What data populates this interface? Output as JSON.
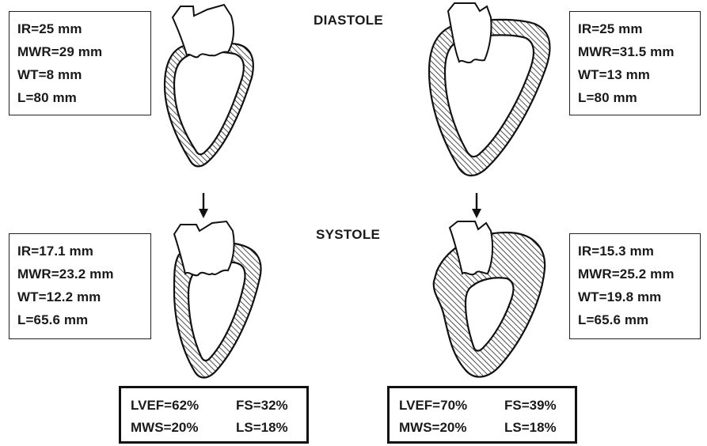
{
  "labels": {
    "diastole": "DIASTOLE",
    "systole": "SYSTOLE"
  },
  "diastole_left": {
    "lines": [
      "IR=25 mm",
      "MWR=29 mm",
      "WT=8 mm",
      "L=80 mm"
    ]
  },
  "diastole_right": {
    "lines": [
      "IR=25 mm",
      "MWR=31.5 mm",
      "WT=13 mm",
      "L=80 mm"
    ]
  },
  "systole_left": {
    "lines": [
      "IR=17.1 mm",
      "MWR=23.2 mm",
      "WT=12.2 mm",
      "L=65.6 mm"
    ]
  },
  "systole_right": {
    "lines": [
      "IR=15.3 mm",
      "MWR=25.2 mm",
      "WT=19.8 mm",
      "L=65.6 mm"
    ]
  },
  "results_left": {
    "lvef": "LVEF=62%",
    "fs": "FS=32%",
    "mws": "MWS=20%",
    "ls": "LS=18%"
  },
  "results_right": {
    "lvef": "LVEF=70%",
    "fs": "FS=39%",
    "mws": "MWS=20%",
    "ls": "LS=18%"
  },
  "colors": {
    "ink": "#1a1a1a",
    "background": "#ffffff"
  }
}
